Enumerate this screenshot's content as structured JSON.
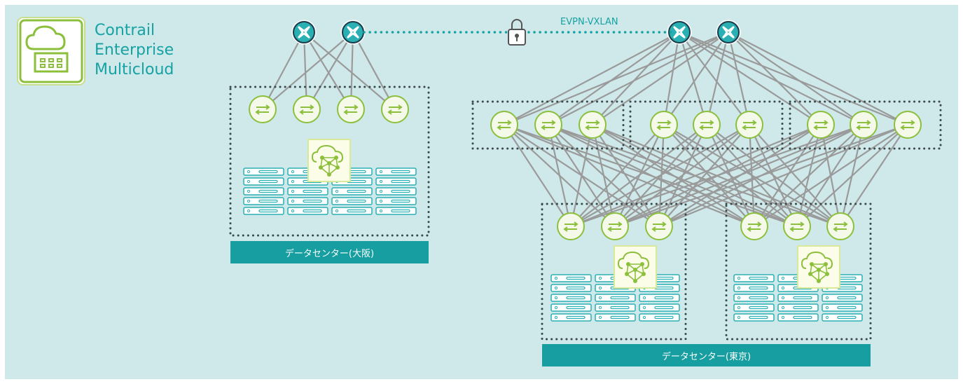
{
  "product": {
    "title_lines": [
      "Contrail",
      "Enterprise",
      "Multicloud"
    ],
    "logo_icon": "cloud-building-icon"
  },
  "overlay": {
    "label": "EVPN-VXLAN",
    "icon": "lock-icon"
  },
  "datacenters": {
    "osaka": {
      "label": "データセンター(大阪)"
    },
    "tokyo": {
      "label": "データセンター(東京)"
    }
  },
  "colors": {
    "background": "#cfe9ea",
    "accent": "#16a2a3",
    "banner": "#169ea0",
    "switch_fill": "#f4f9ea",
    "switch_stroke": "#8cc03c",
    "router_fill": "#2ab0b3",
    "link": "#9a9a9a"
  },
  "legend_icons": [
    "router-icon",
    "switch-icon",
    "server-icon",
    "orchestrator-icon"
  ]
}
